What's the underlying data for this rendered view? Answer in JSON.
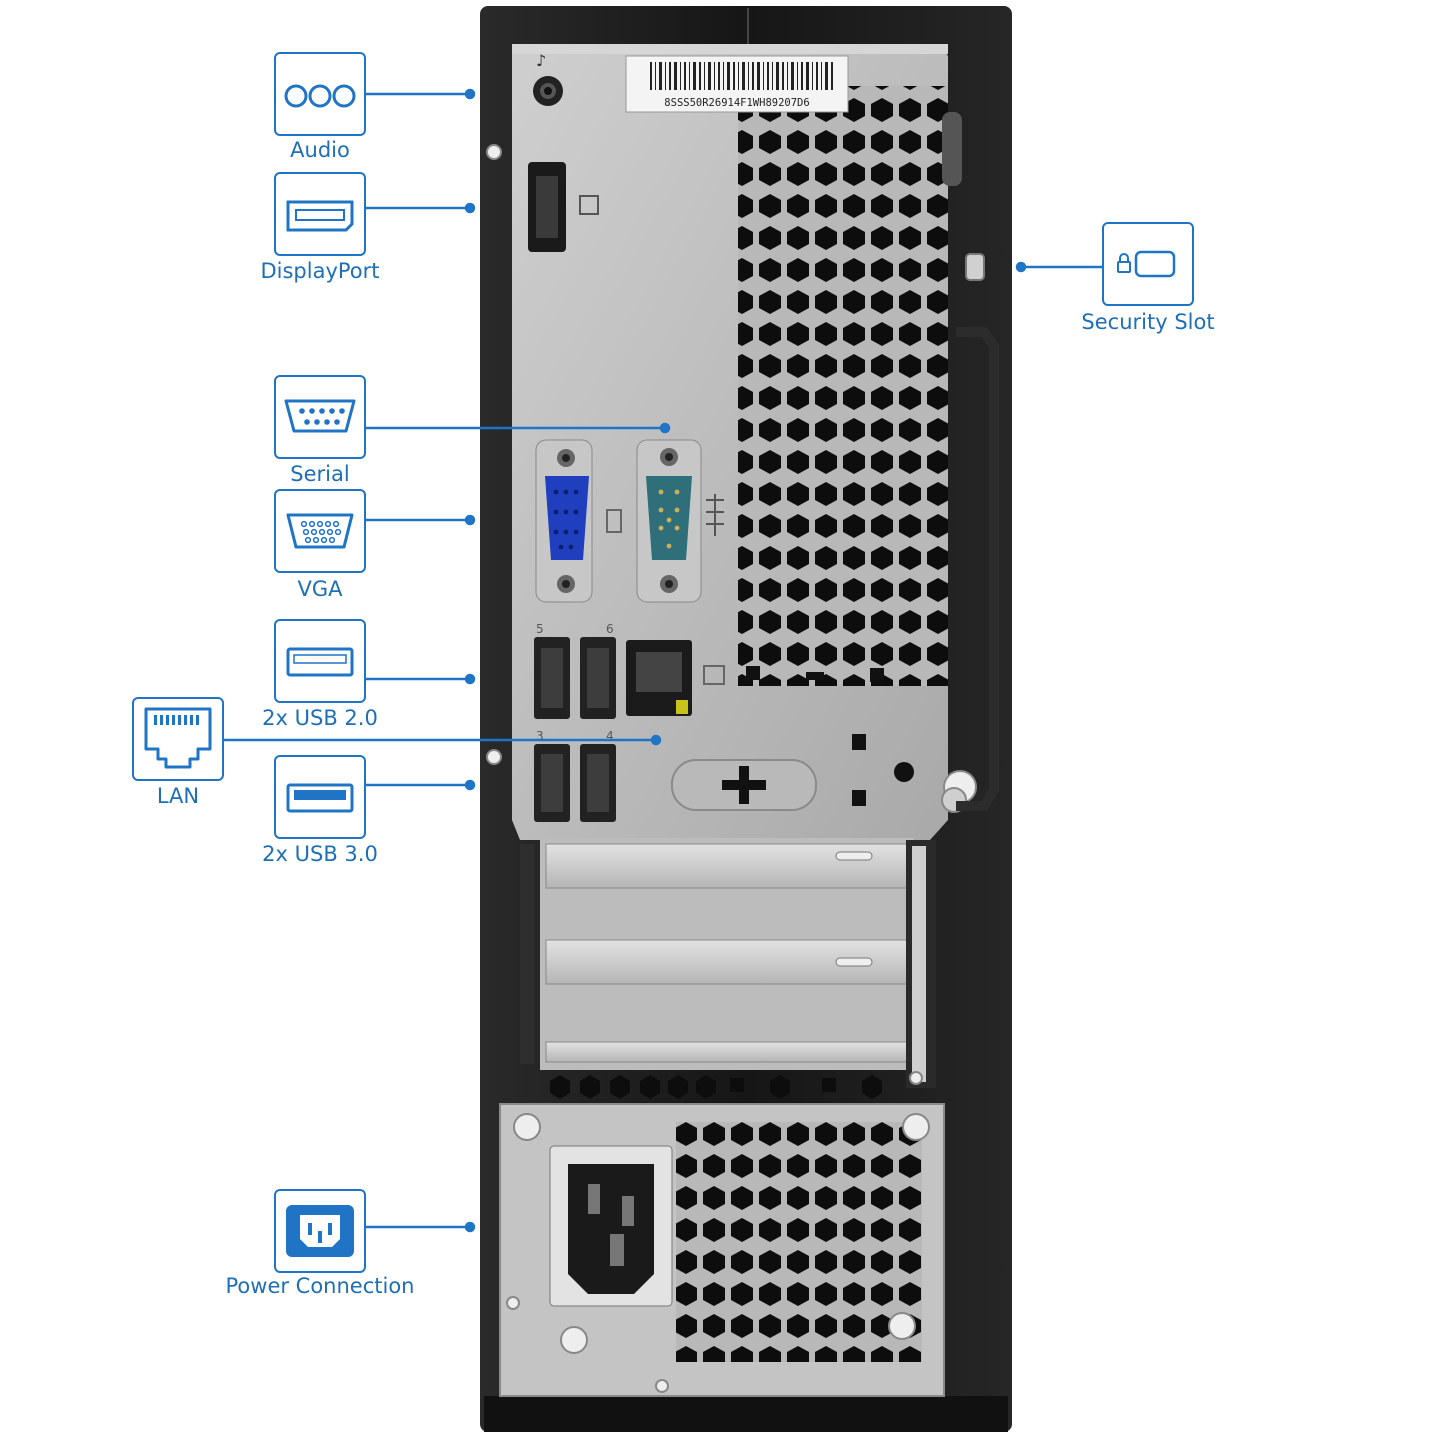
{
  "colors": {
    "accent": "#1f74c6",
    "label": "#1f6fb5",
    "chassis": "#1c1c1c",
    "panel": "#bdbdbd",
    "background": "#ffffff"
  },
  "serial_label": "8SSS50R26914F1WH89207D6",
  "callouts": [
    {
      "id": "audio",
      "label": "Audio",
      "icon": "audio-jacks-icon"
    },
    {
      "id": "displayport",
      "label": "DisplayPort",
      "icon": "displayport-icon"
    },
    {
      "id": "serial",
      "label": "Serial",
      "icon": "serial-port-icon"
    },
    {
      "id": "vga",
      "label": "VGA",
      "icon": "vga-port-icon"
    },
    {
      "id": "usb2",
      "label": "2x USB 2.0",
      "icon": "usb-2-port-icon"
    },
    {
      "id": "lan",
      "label": "LAN",
      "icon": "ethernet-port-icon"
    },
    {
      "id": "usb3",
      "label": "2x USB 3.0",
      "icon": "usb-3-port-icon"
    },
    {
      "id": "power",
      "label": "Power Connection",
      "icon": "power-connector-icon"
    },
    {
      "id": "security",
      "label": "Security Slot",
      "icon": "security-lock-icon"
    }
  ]
}
